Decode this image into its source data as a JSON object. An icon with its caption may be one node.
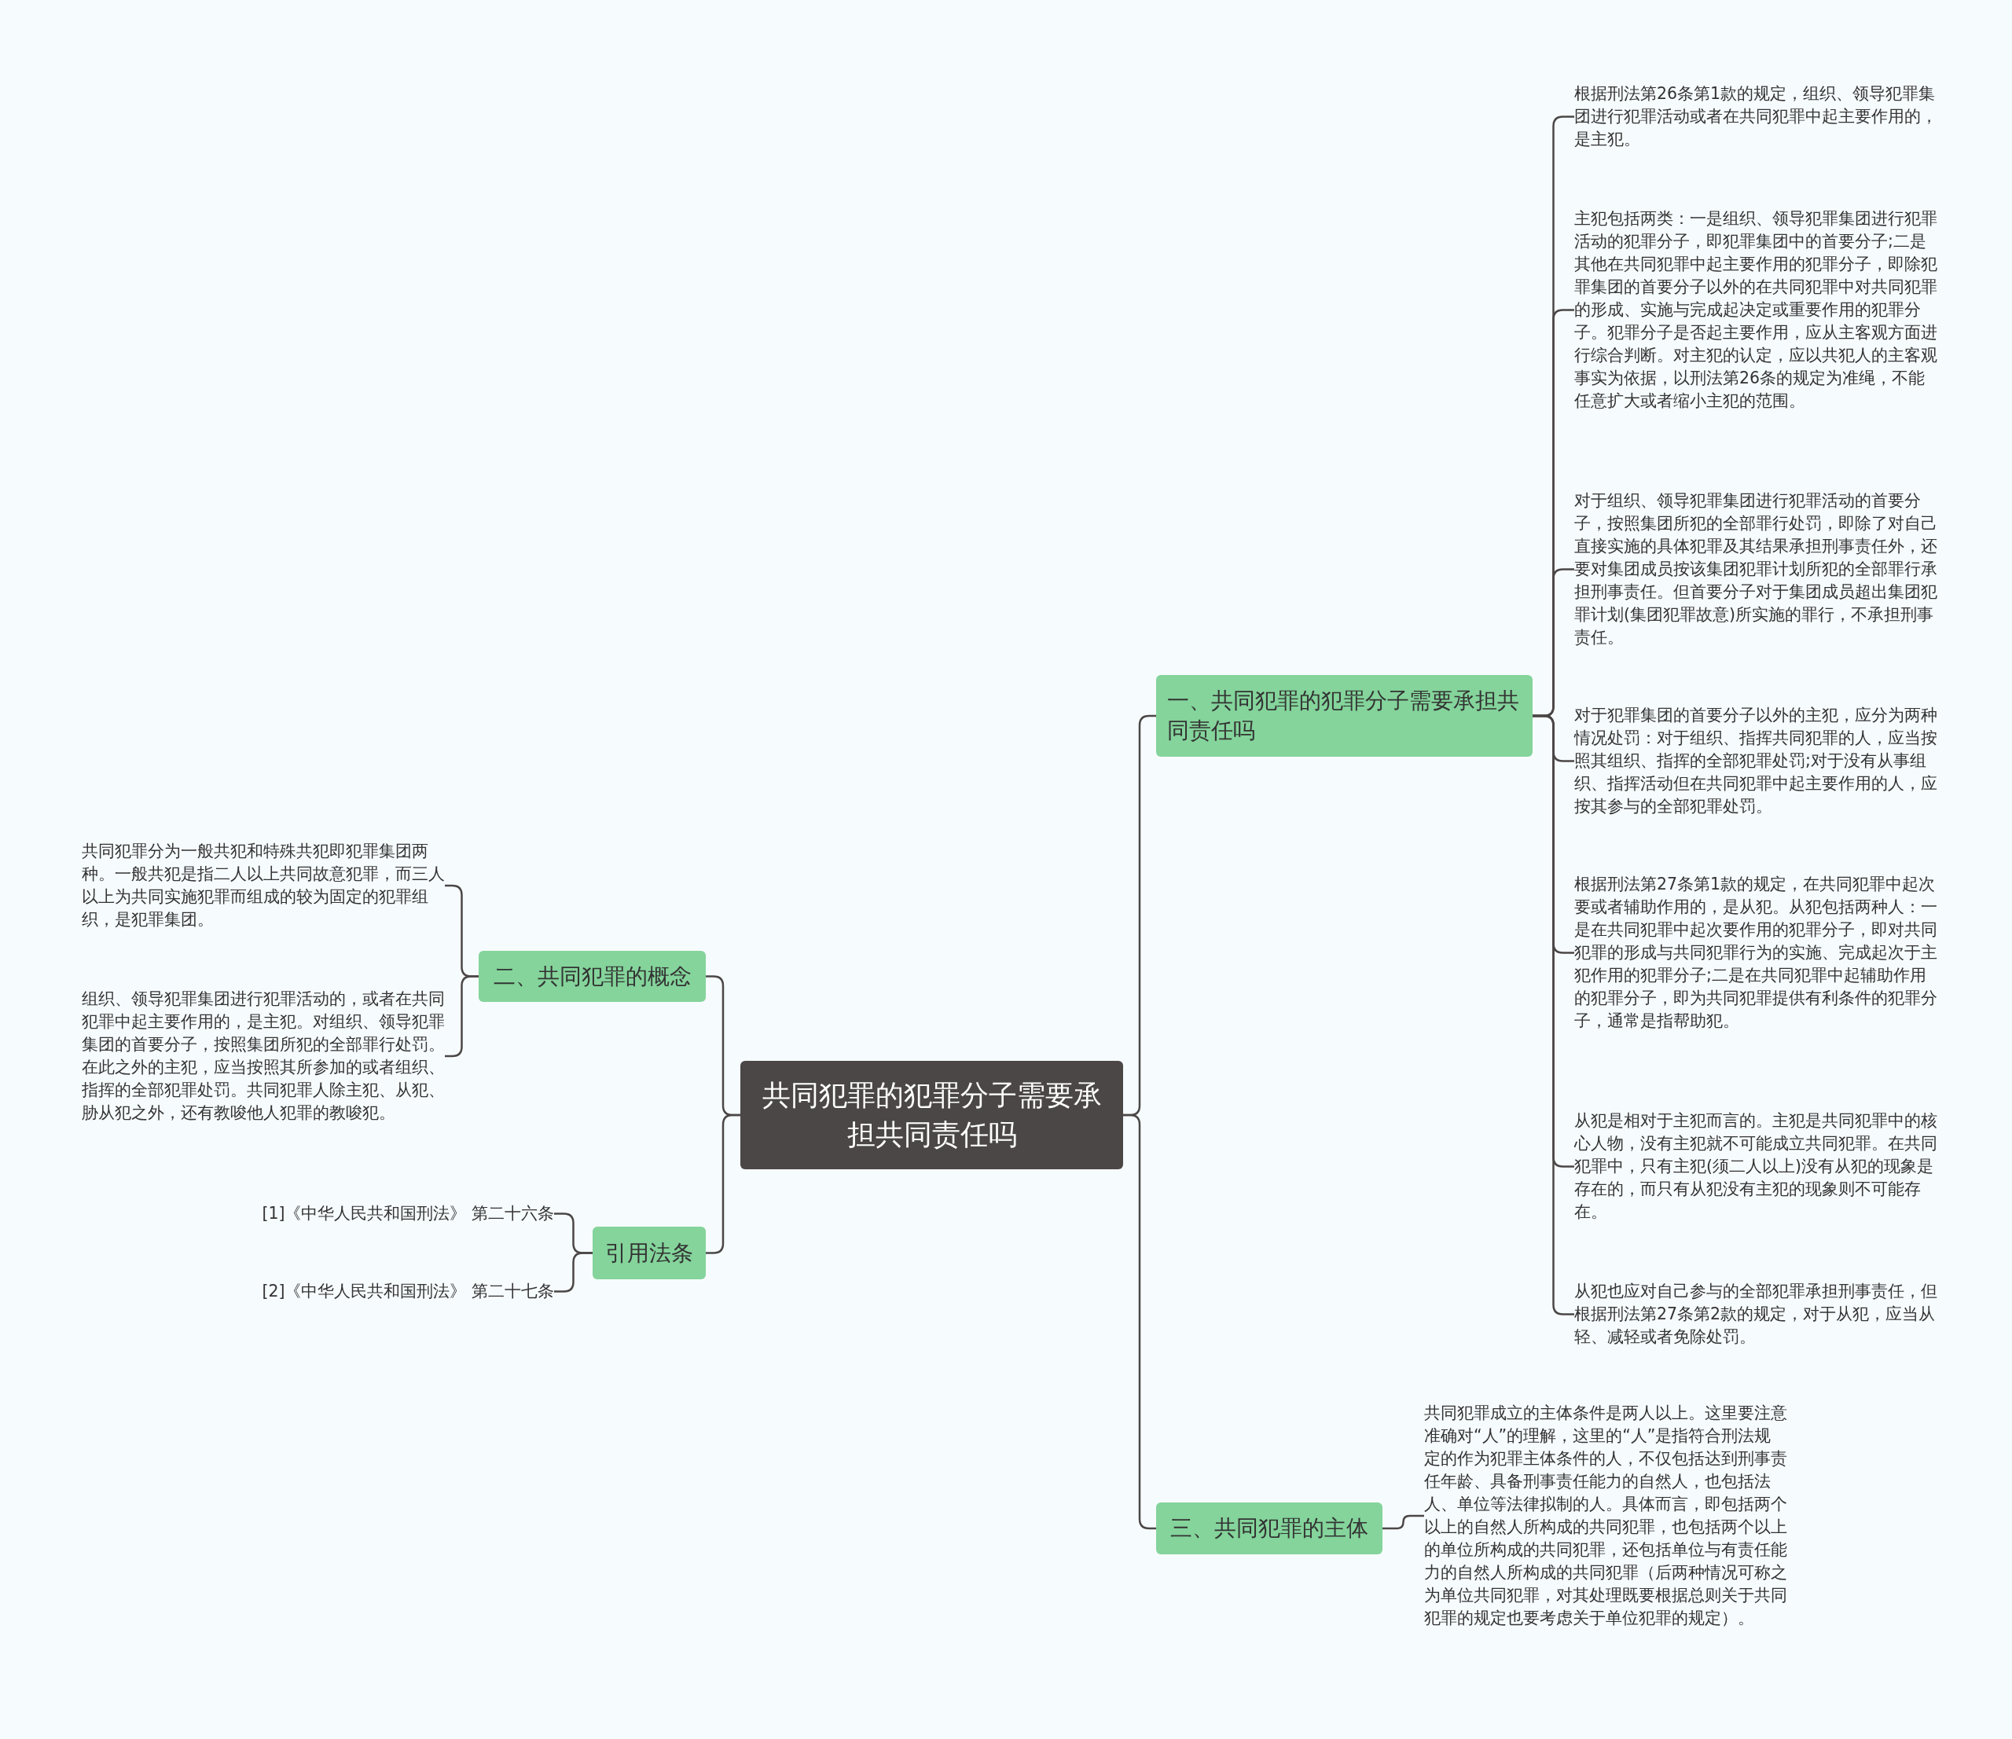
{
  "diagram": {
    "nodes": [
      {
        "text": [
          "共同犯罪的犯罪分子需要承担共同责任吗"
        ]
      },
      {
        "text": [
          "一、共同犯罪的犯罪分子需要承担共同责任吗"
        ]
      },
      {
        "text": [
          "根据刑法第26条第1款的规定，组织、领导犯罪集团进行犯罪活动或者在共同犯罪中起主要作用的，是主犯。"
        ]
      },
      {
        "text": [
          "主犯包括两类：一是组织、领导犯罪集团进行犯罪活动的犯罪分子，即犯罪集团中的首要分子;二是其他在共同犯罪中起主要作用的犯罪分子，即除犯罪集团的首要分子以外的在共同犯罪中对共同犯罪的形成、实施与完成起决定或重要作用的犯罪分子。犯罪分子是否起主要作用，应从主客观方面进行综合判断。对主犯的认定，应以共犯人的主客观事实为依据，以刑法第26条的规定为准绳，不能任意扩大或者缩小主犯的范围。"
        ]
      },
      {
        "text": [
          "对于组织、领导犯罪集团进行犯罪活动的首要分子，按照集团所犯的全部罪行处罚，即除了对自己直接实施的具体犯罪及其结果承担刑事责任外，还要对集团成员按该集团犯罪计划所犯的全部罪行承担刑事责任。但首要分子对于集团成员超出集团犯罪计划(集团犯罪故意)所实施的罪行，不承担刑事责任。"
        ]
      },
      {
        "text": [
          "对于犯罪集团的首要分子以外的主犯，应分为两种情况处罚：对于组织、指挥共同犯罪的人，应当按照其组织、指挥的全部犯罪处罚;对于没有从事组织、指挥活动但在共同犯罪中起主要作用的人，应按其参与的全部犯罪处罚。"
        ]
      },
      {
        "text": [
          "根据刑法第27条第1款的规定，在共同犯罪中起次要或者辅助作用的，是从犯。从犯包括两种人：一是在共同犯罪中起次要作用的犯罪分子，即对共同犯罪的形成与共同犯罪行为的实施、完成起次于主犯作用的犯罪分子;二是在共同犯罪中起辅助作用的犯罪分子，即为共同犯罪提供有利条件的犯罪分子，通常是指帮助犯。"
        ]
      },
      {
        "text": [
          "从犯是相对于主犯而言的。主犯是共同犯罪中的核心人物，没有主犯就不可能成立共同犯罪。在共同犯罪中，只有主犯(须二人以上)没有从犯的现象是存在的，而只有从犯没有主犯的现象则不可能存在。"
        ]
      },
      {
        "text": [
          "从犯也应对自己参与的全部犯罪承担刑事责任，但根据刑法第27条第2款的规定，对于从犯，应当从轻、减轻或者免除处罚。"
        ]
      },
      {
        "text": [
          "二、共同犯罪的概念"
        ]
      },
      {
        "text": [
          "共同犯罪分为一般共犯和特殊共犯即犯罪集团两种。一般共犯是指二人以上共同故意犯罪，而三人以上为共同实施犯罪而组成的较为固定的犯罪组织，是犯罪集团。"
        ]
      },
      {
        "text": [
          "组织、领导犯罪集团进行犯罪活动的，或者在共同犯罪中起主要作用的，是主犯。对组织、领导犯罪集团的首要分子，按照集团所犯的全部罪行处罚。在此之外的主犯，应当按照其所参加的或者组织、指挥的全部犯罪处罚。共同犯罪人除主犯、从犯、胁从犯之外，还有教唆他人犯罪的教唆犯。"
        ]
      },
      {
        "text": [
          "引用法条"
        ]
      },
      {
        "text": [
          "[1]《中华人民共和国刑法》 第二十六条"
        ]
      },
      {
        "text": [
          "[2]《中华人民共和国刑法》 第二十七条"
        ]
      },
      {
        "text": [
          "三、共同犯罪的主体"
        ]
      },
      {
        "text": [
          "共同犯罪成立的主体条件是两人以上。这里要注意准确对“人”的理解，这里的“人”是指符合刑法规定的作为犯罪主体条件的人，不仅包括达到刑事责任年龄、具备刑事责任能力的自然人，也包括法人、单位等法律拟制的人。具体而言，即包括两个以上的自然人所构成的共同犯罪，也包括两个以上的单位所构成的共同犯罪，还包括单位与有责任能力的自然人所构成的共同犯罪（后两种情况可称之为单位共同犯罪，对其处理既要根据总则关于共同犯罪的规定也要考虑关于单位犯罪的规定）。"
        ]
      }
    ],
    "edges": [
      {
        "from": 0,
        "to": 1,
        "arrow": "none"
      },
      {
        "from": 1,
        "to": 2,
        "arrow": "none"
      },
      {
        "from": 1,
        "to": 3,
        "arrow": "none"
      },
      {
        "from": 1,
        "to": 4,
        "arrow": "none"
      },
      {
        "from": 1,
        "to": 5,
        "arrow": "none"
      },
      {
        "from": 1,
        "to": 6,
        "arrow": "none"
      },
      {
        "from": 1,
        "to": 7,
        "arrow": "none"
      },
      {
        "from": 1,
        "to": 8,
        "arrow": "none"
      },
      {
        "from": 0,
        "to": 9,
        "arrow": "none"
      },
      {
        "from": 9,
        "to": 10,
        "arrow": "none"
      },
      {
        "from": 9,
        "to": 11,
        "arrow": "none"
      },
      {
        "from": 0,
        "to": 12,
        "arrow": "none"
      },
      {
        "from": 12,
        "to": 13,
        "arrow": "none"
      },
      {
        "from": 12,
        "to": 14,
        "arrow": "none"
      },
      {
        "from": 0,
        "to": 15,
        "arrow": "none"
      },
      {
        "from": 15,
        "to": 16,
        "arrow": "none"
      }
    ]
  }
}
